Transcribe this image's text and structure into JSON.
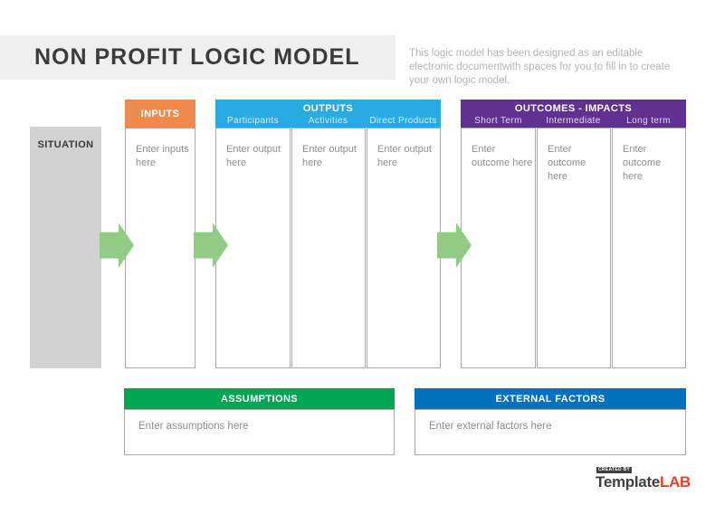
{
  "page": {
    "title": "NON PROFIT LOGIC MODEL",
    "description": "This logic model has been designed as an editable electronic documentwith spaces for you to fill in to create your own logic model."
  },
  "situation": {
    "label": "SITUATION",
    "color": "#d2d2d2"
  },
  "inputs": {
    "header": "INPUTS",
    "placeholder": "Enter inputs\nhere",
    "color": "#ef8a4d"
  },
  "outputs": {
    "header": "OUTPUTS",
    "color": "#29abe2",
    "columns": [
      {
        "label": "Participants",
        "placeholder": "Enter output\nhere"
      },
      {
        "label": "Activities",
        "placeholder": "Enter output\nhere"
      },
      {
        "label": "Direct Products",
        "placeholder": "Enter output\nhere"
      }
    ]
  },
  "outcomes": {
    "header": "OUTCOMES - IMPACTS",
    "color": "#613191",
    "columns": [
      {
        "label": "Short Term",
        "placeholder": "Enter\noutcome here"
      },
      {
        "label": "Intermediate",
        "placeholder": "Enter\noutcome here"
      },
      {
        "label": "Long term",
        "placeholder": "Enter\noutcome here"
      }
    ]
  },
  "assumptions": {
    "header": "ASSUMPTIONS",
    "placeholder": "Enter assumptions here",
    "color": "#00a651"
  },
  "external_factors": {
    "header": "EXTERNAL FACTORS",
    "placeholder": "Enter external factors here",
    "color": "#0071bc"
  },
  "flow": {
    "arrow_color": "#92cb84"
  },
  "branding": {
    "created_by": "CREATED BY",
    "brand_primary": "Template",
    "brand_accent": "LAB",
    "accent_color": "#e8402a"
  }
}
